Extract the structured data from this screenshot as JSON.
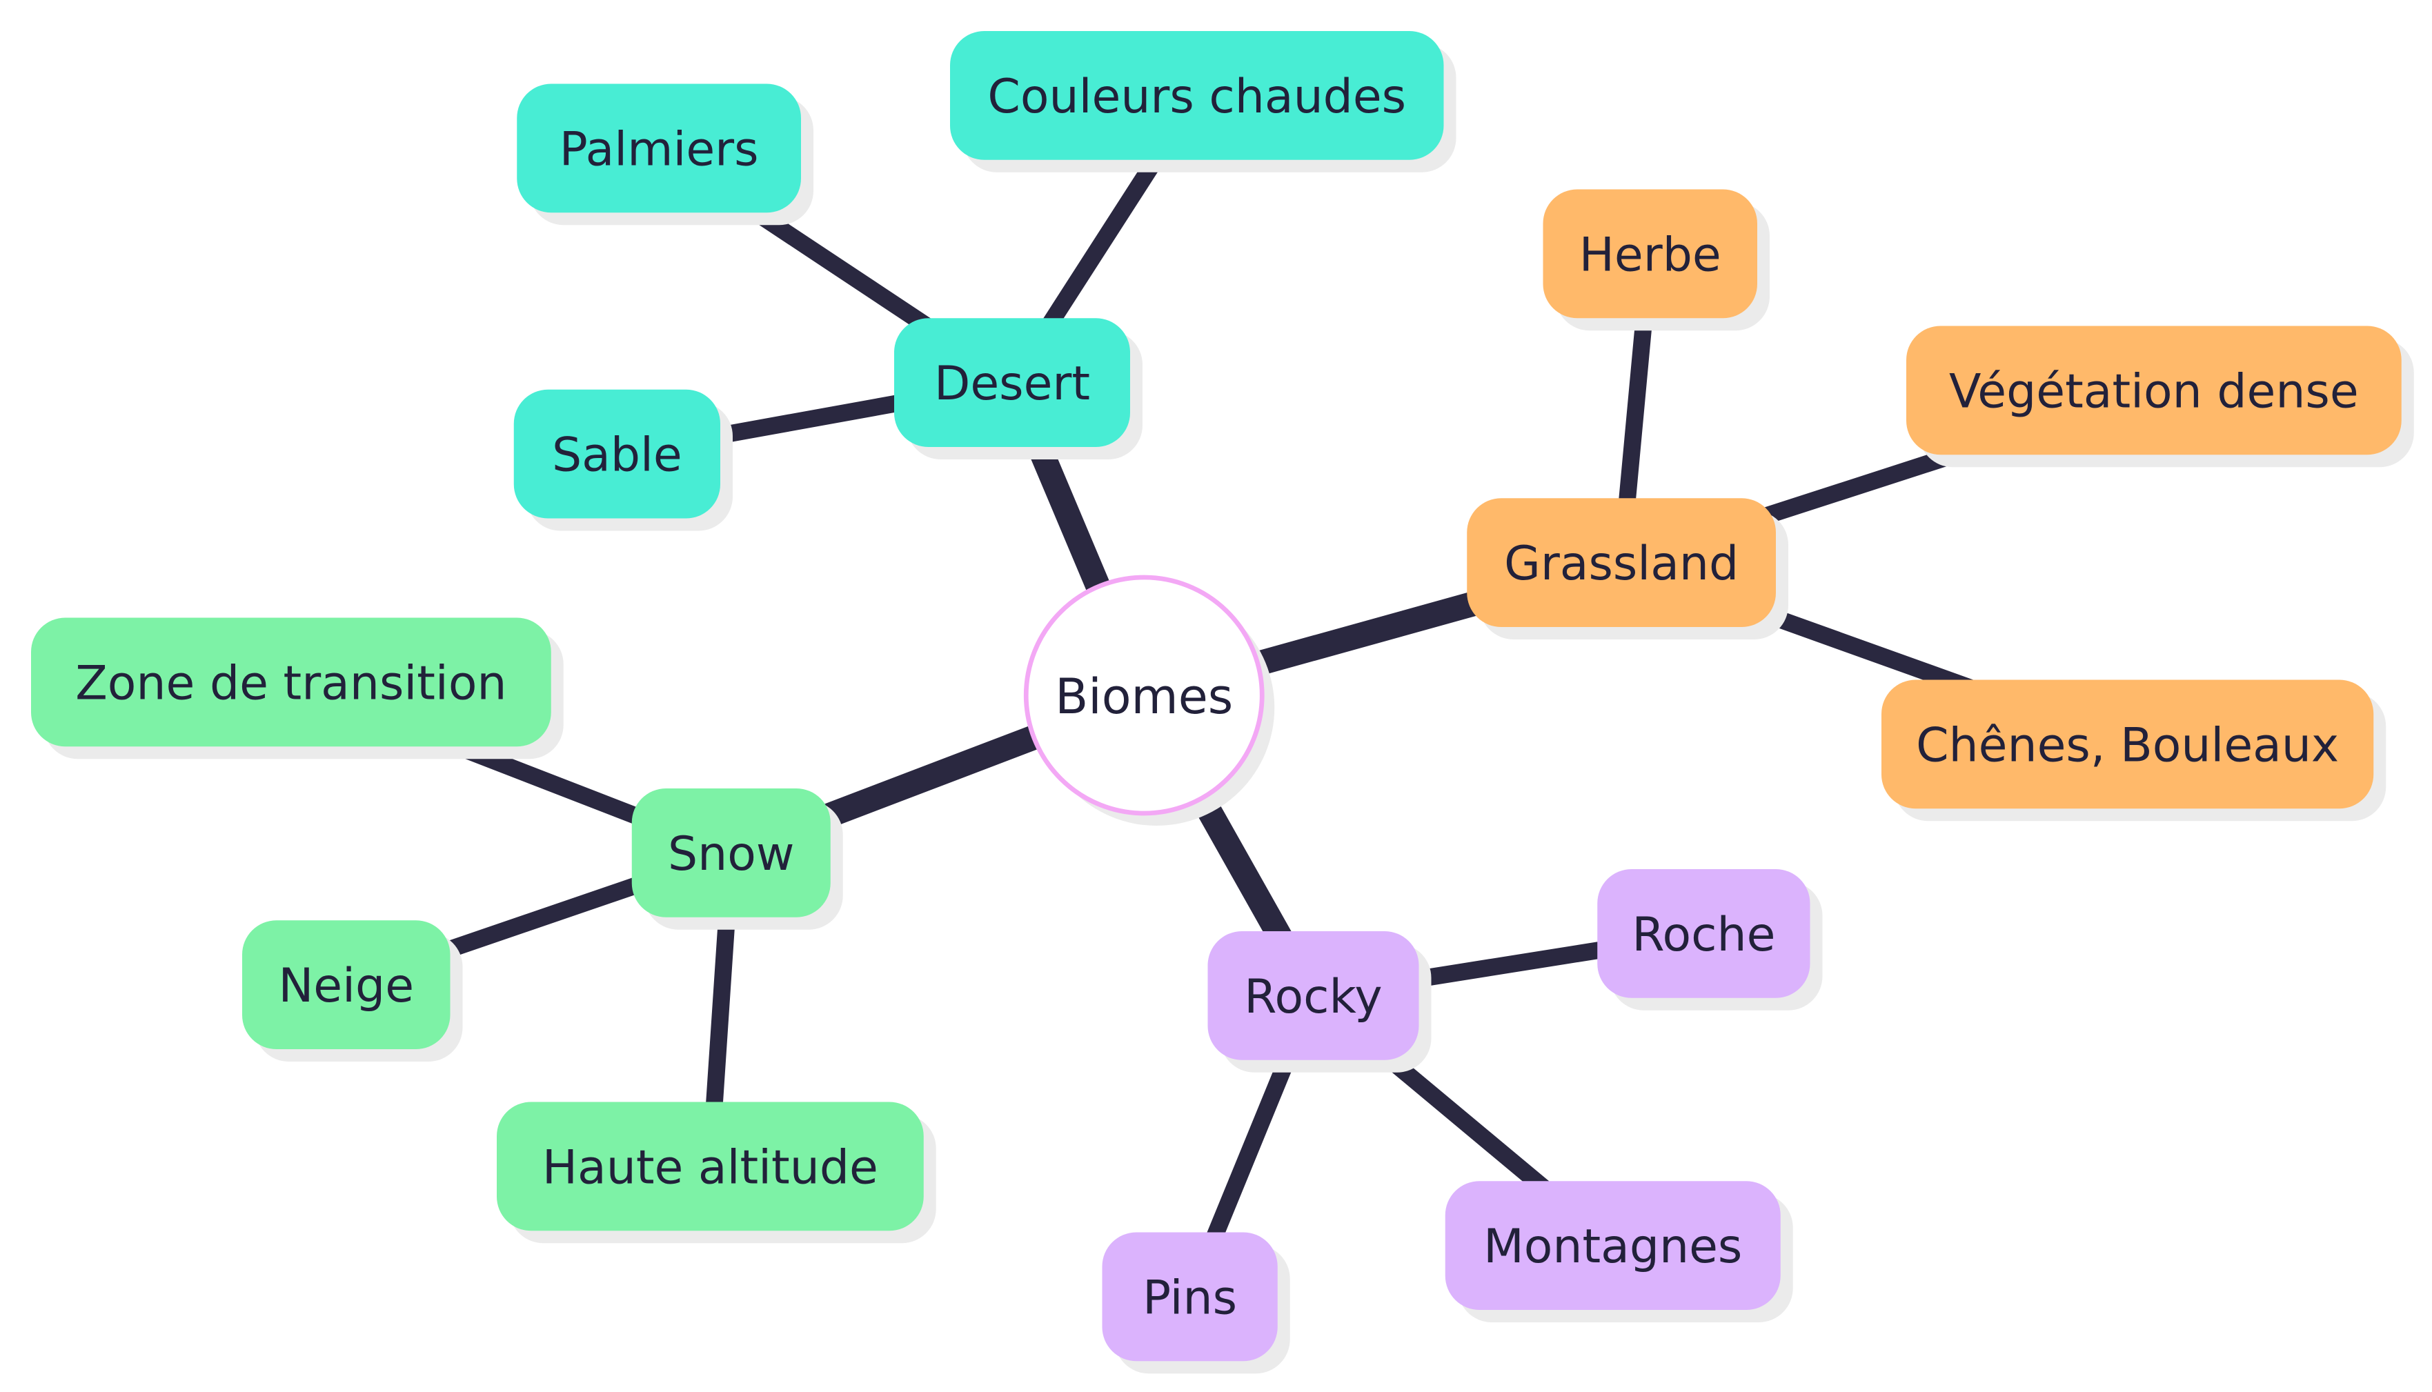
{
  "colors": {
    "desert": "#48edd4",
    "grassland": "#ffb96a",
    "snow": "#7df2a6",
    "rocky": "#dbb3fd",
    "root_stroke": "#f3a8f5",
    "edge": "#2a2840",
    "text": "#22213a",
    "shadow": "#ebebeb"
  },
  "root": {
    "label": "Biomes"
  },
  "branches": [
    {
      "key": "desert",
      "label": "Desert",
      "children": [
        "Palmiers",
        "Couleurs chaudes",
        "Sable"
      ]
    },
    {
      "key": "grassland",
      "label": "Grassland",
      "children": [
        "Herbe",
        "Végétation dense",
        "Chênes, Bouleaux"
      ]
    },
    {
      "key": "snow",
      "label": "Snow",
      "children": [
        "Zone de transition",
        "Neige",
        "Haute altitude"
      ]
    },
    {
      "key": "rocky",
      "label": "Rocky",
      "children": [
        "Roche",
        "Montagnes",
        "Pins"
      ]
    }
  ]
}
